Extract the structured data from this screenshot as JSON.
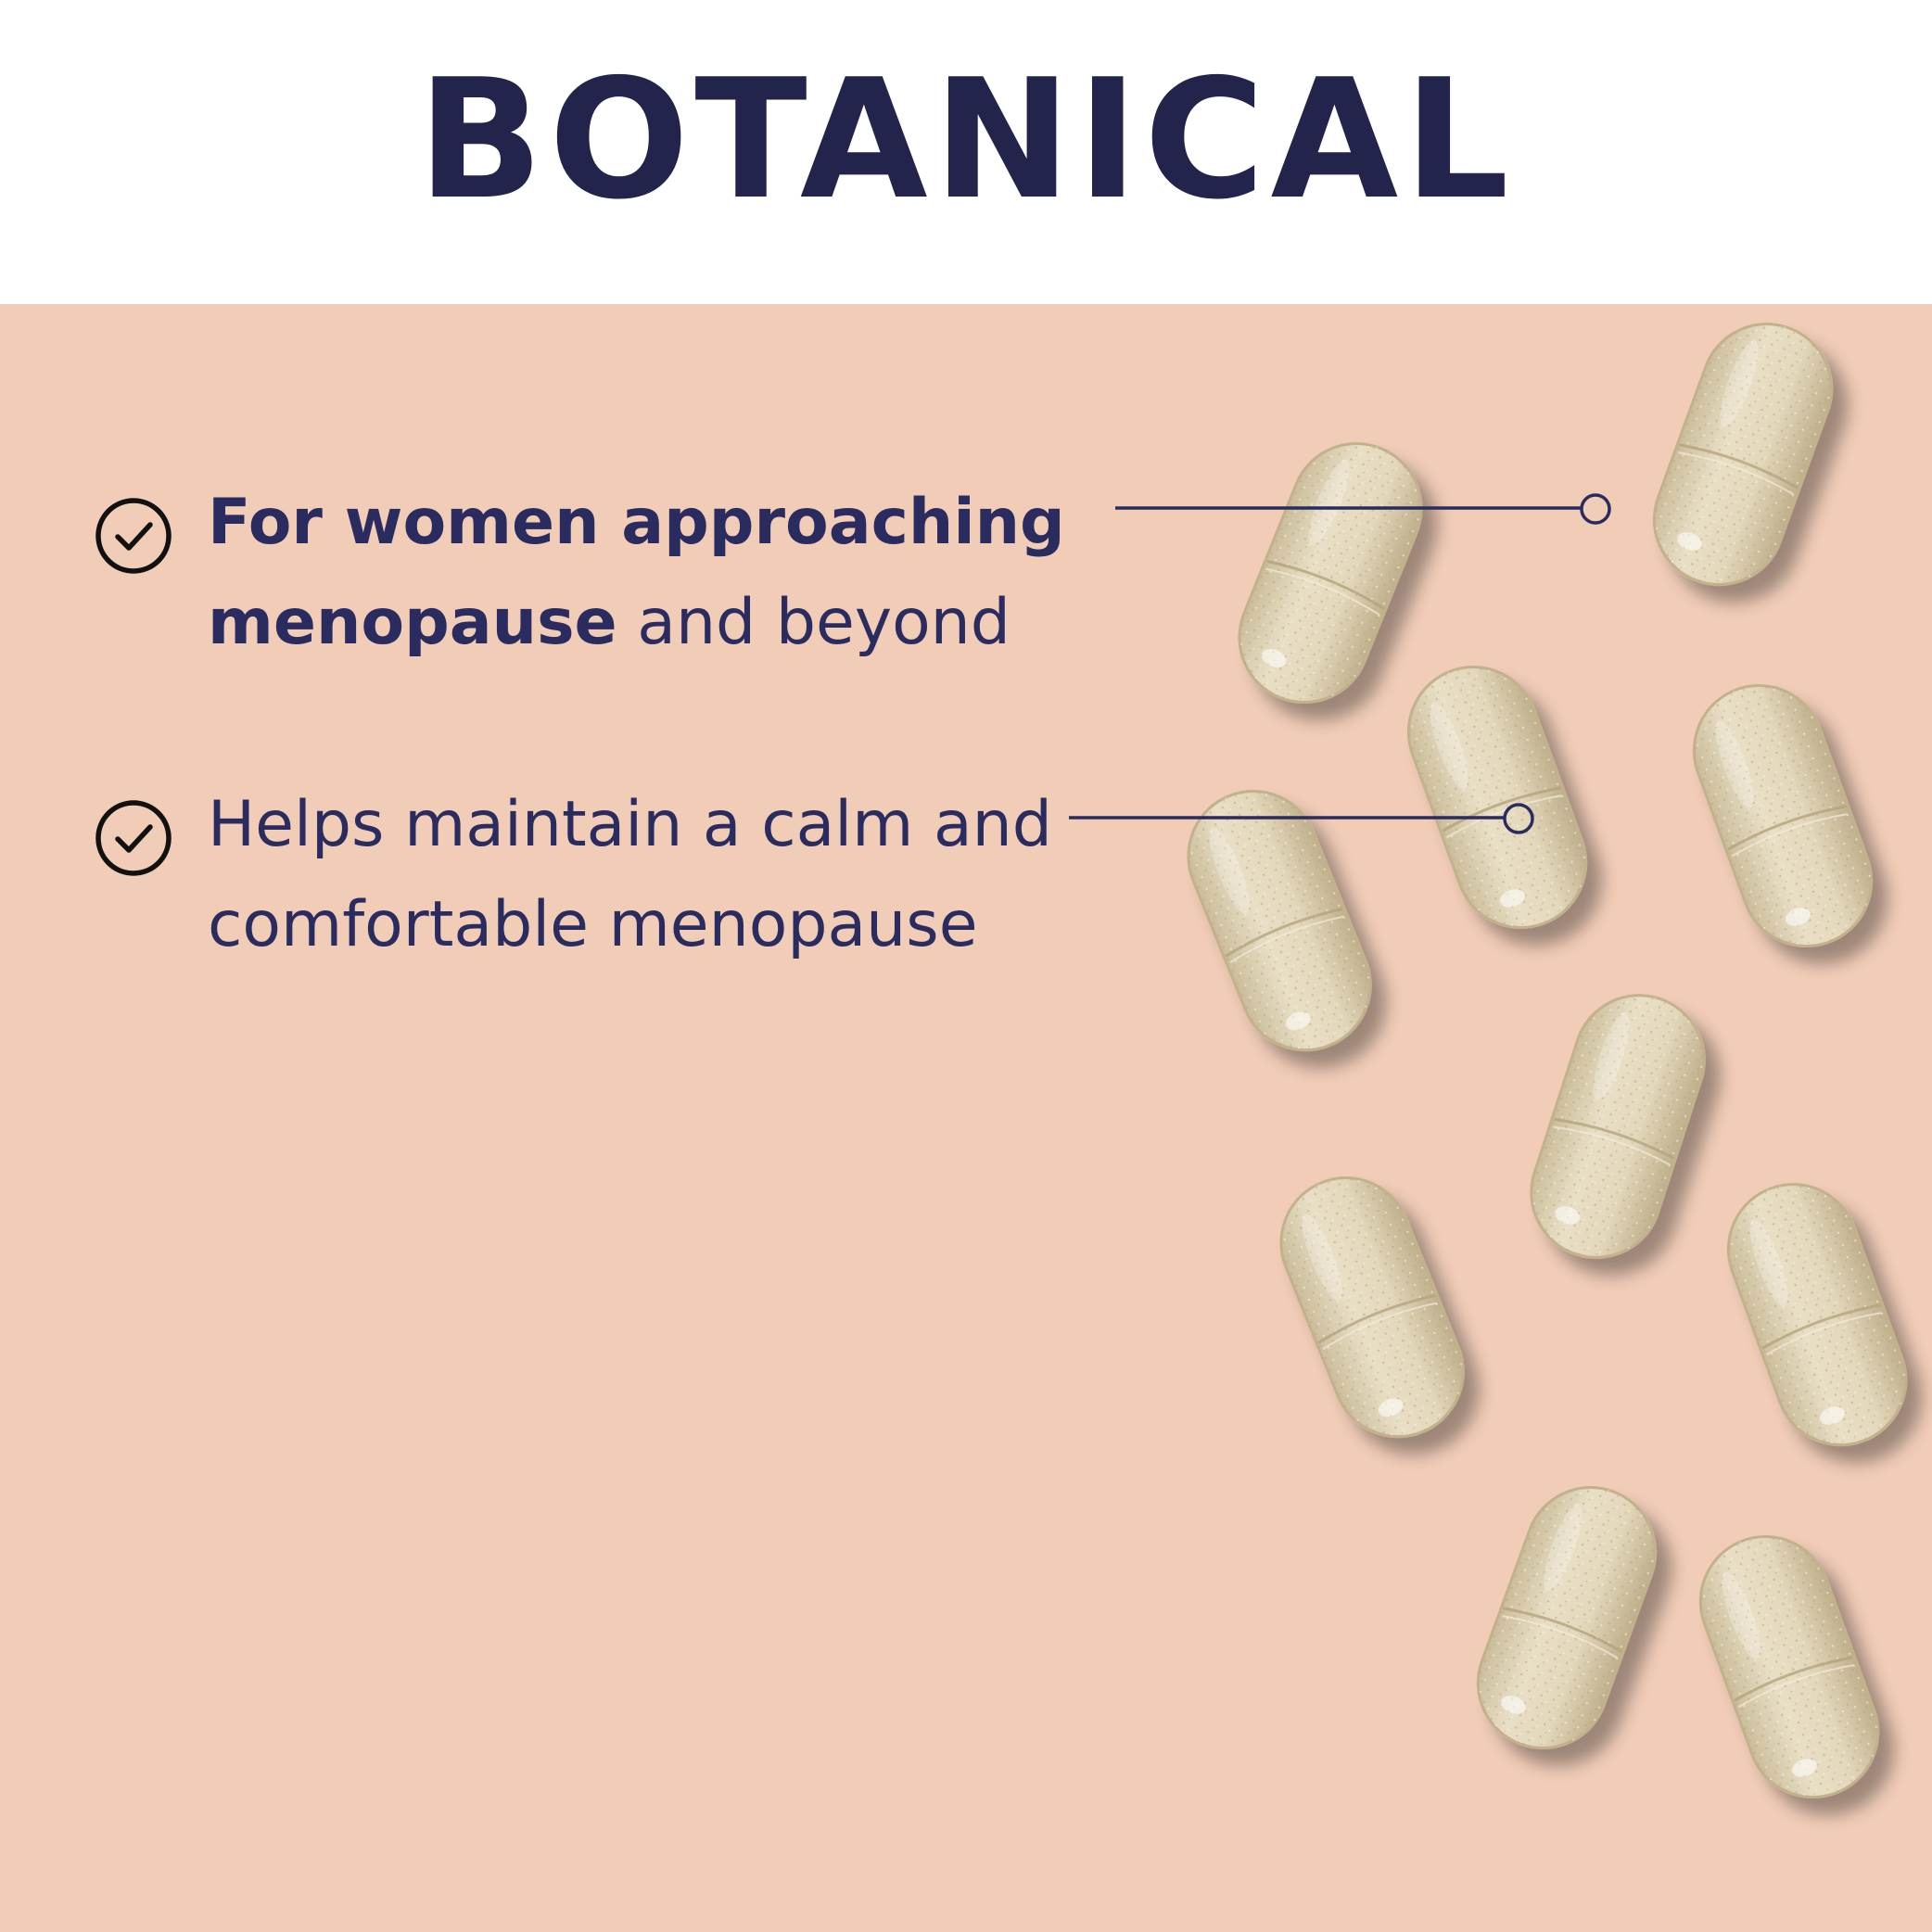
{
  "header": {
    "title": "BOTANICAL"
  },
  "features": [
    {
      "bold_text": "For women approaching menopause",
      "regular_text": " and beyond",
      "icon": "check-circle-icon"
    },
    {
      "bold_text": "",
      "regular_text": "Helps maintain a calm and comfortable menopause",
      "icon": "check-circle-icon"
    }
  ],
  "colors": {
    "header_background": "#ffffff",
    "panel_background": "#f1cdb8",
    "title": "#22244c",
    "text": "#2a2b5e",
    "capsule": "#e2d7bb"
  },
  "image": {
    "subject": "capsules"
  }
}
